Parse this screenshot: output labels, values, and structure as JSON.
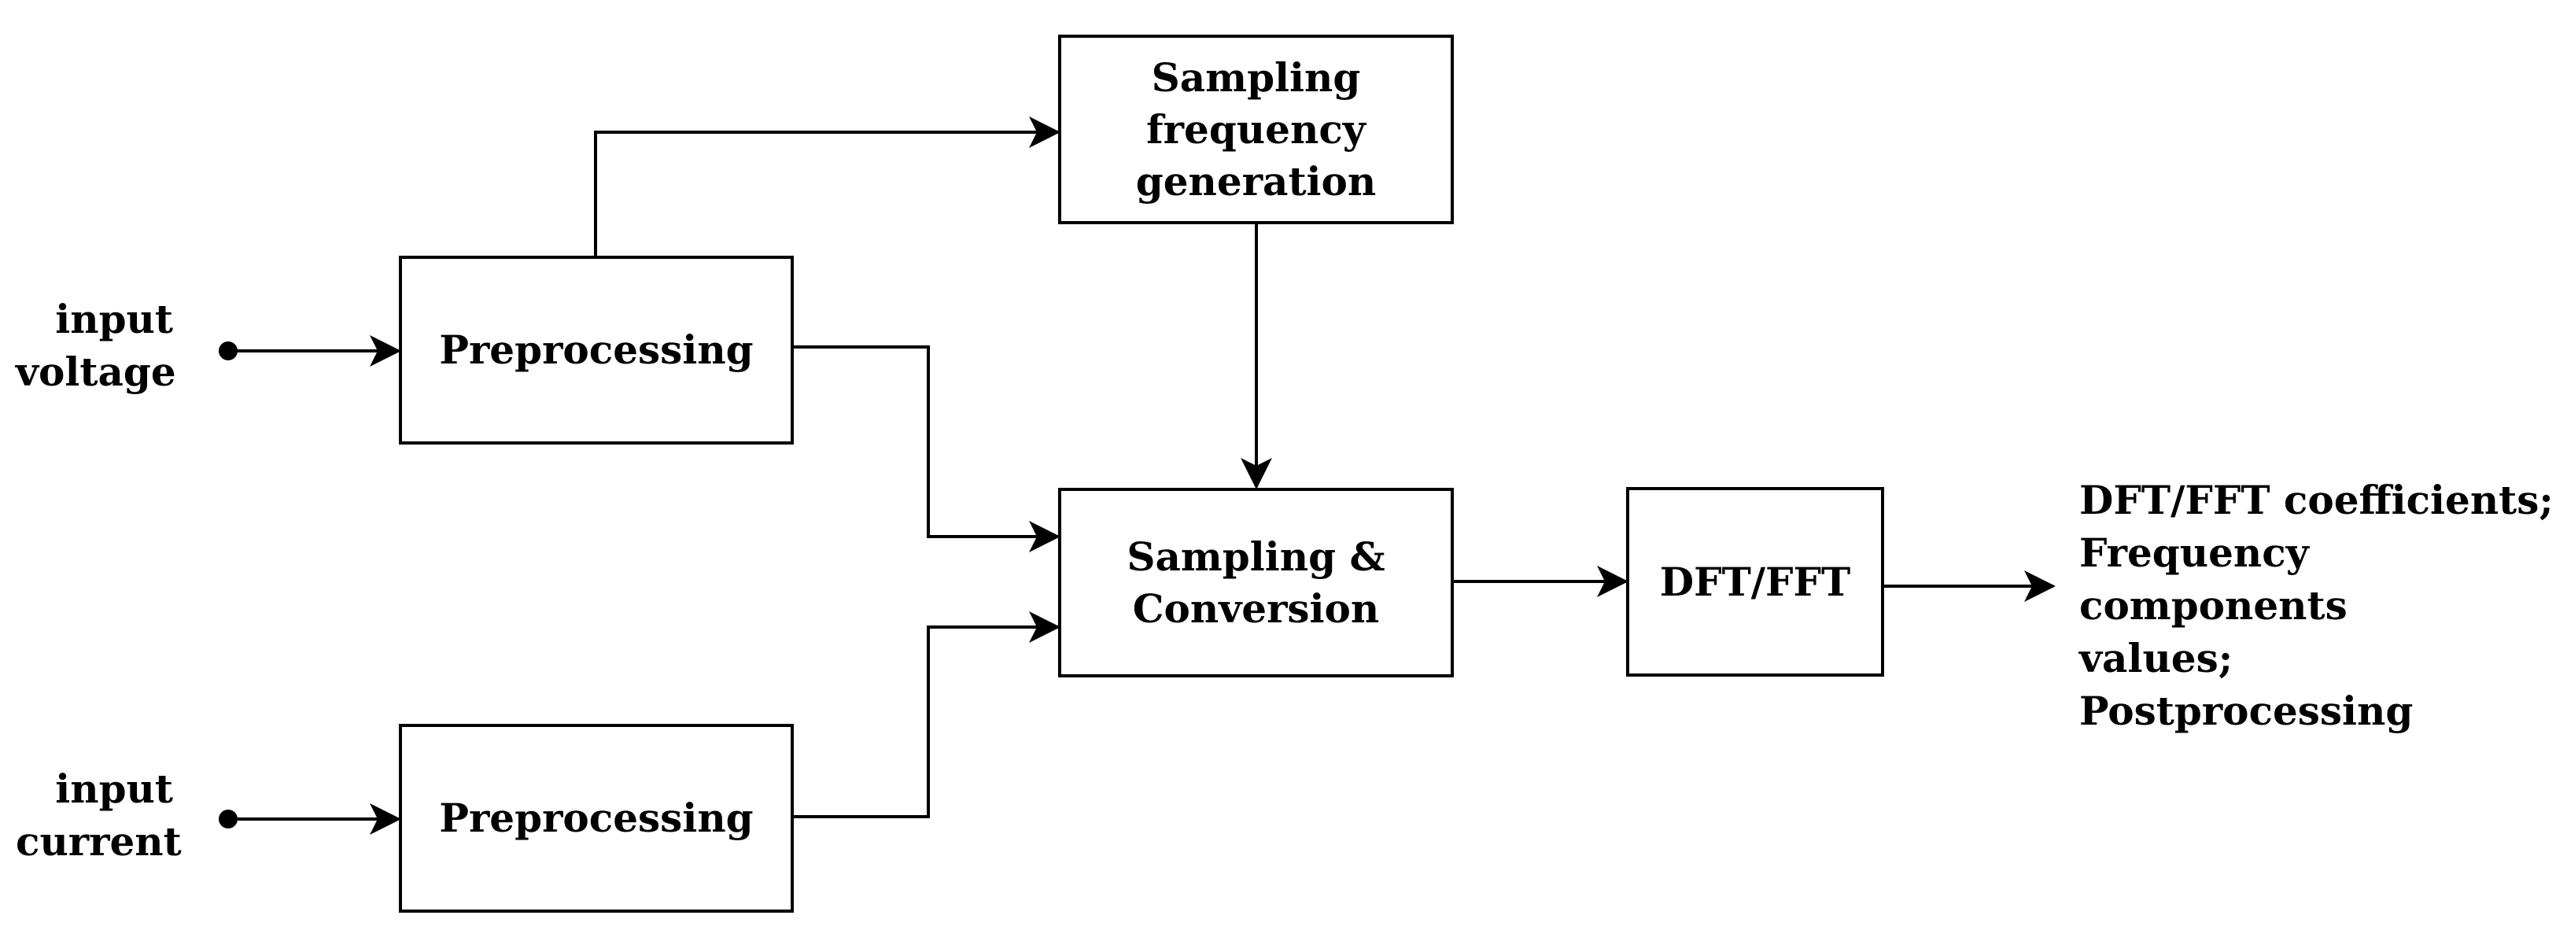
{
  "blocks": {
    "preprocessing_voltage": "Preprocessing",
    "preprocessing_current": "Preprocessing",
    "sampling_frequency": "Sampling\nfrequency\ngeneration",
    "sampling_conversion": "Sampling &\nConversion",
    "dft_fft": "DFT/FFT"
  },
  "inputs": {
    "voltage": "input\nvoltage",
    "current": "input\ncurrent"
  },
  "output": "DFT/FFT coefficients;\nFrequency components\nvalues;\nPostprocessing"
}
